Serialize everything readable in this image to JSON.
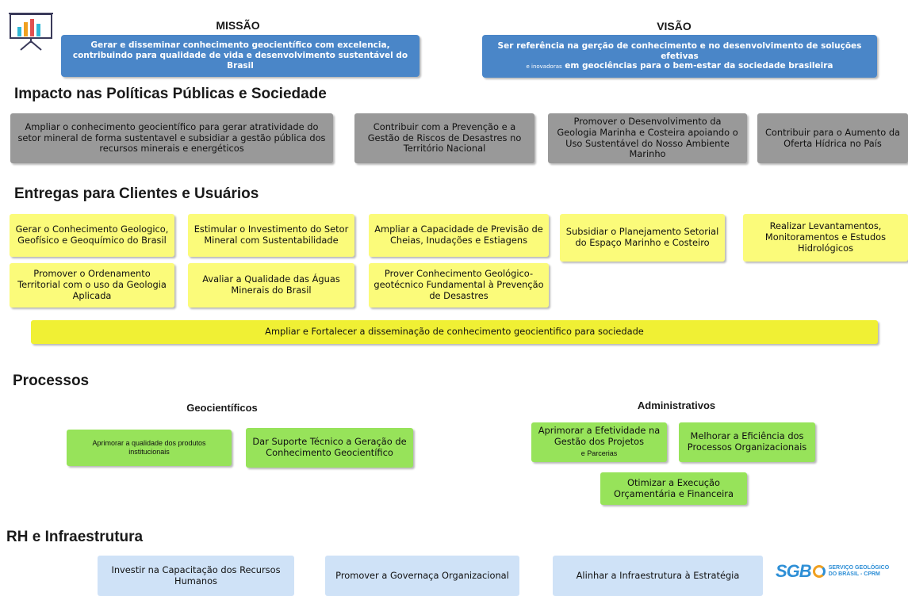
{
  "missao": {
    "title": "MISSÃO",
    "text": "Gerar e disseminar conhecimento geocientífico com excelencia, contribuindo para qualidade de vida e desenvolvimento sustentável do Brasil"
  },
  "visao": {
    "title": "VISÃO",
    "line1": "Ser referência na gerção de conhecimento e no desenvolvimento de soluções efetivas",
    "small": "e inovadoras",
    "line2": "em geociências para o bem-estar da sociedade brasileira"
  },
  "impacto": {
    "title": "Impacto nas Políticas Públicas e Sociedade",
    "items": [
      "Ampliar o conhecimento geocientífico para gerar atratividade do setor mineral de forma sustentavel e subsidiar a gestão pública dos recursos minerais e energéticos",
      "Contribuir com a Prevenção e a Gestão de Riscos de Desastres no Território Nacional",
      "Promover o Desenvolvimento da Geologia Marinha e Costeira apoiando o Uso Sustentável do Nosso Ambiente Marinho",
      "Contribuir para o Aumento da Oferta Hídrica no País"
    ]
  },
  "entregas": {
    "title": "Entregas para Clientes e Usuários",
    "items": [
      "Gerar o Conhecimento Geologico, Geofísico e Geoquímico do Brasil",
      "Estimular o Investimento do Setor Mineral com Sustentabilidade",
      "Ampliar a Capacidade de Previsão de Cheias, Inudações e Estiagens",
      "Subsidiar o Planejamento Setorial do Espaço Marinho e Costeiro",
      "Realizar Levantamentos, Monitoramentos e Estudos Hidrológicos",
      "Promover o Ordenamento Territorial com o uso da Geologia Aplicada",
      "Avaliar a Qualidade das Águas Minerais do Brasil",
      "Prover Conhecimento Geológico-geotécnico Fundamental à Prevenção de Desastres"
    ],
    "wide": "Ampliar e Fortalecer a disseminação de conhecimento geocientifico para sociedade"
  },
  "processos": {
    "title": "Processos",
    "geo": {
      "title": "Geocientíficos",
      "items": [
        "Aprimorar a qualidade dos produtos institucionais",
        "Dar Suporte Técnico a Geração de Conhecimento Geocientífico"
      ]
    },
    "adm": {
      "title": "Administrativos",
      "items": [
        "Aprimorar a Efetividade na Gestão dos Projetos",
        "Melhorar a Eficiência dos Processos Organizacionais",
        "Otimizar a Execução Orçamentária e Financeira"
      ],
      "note": "e Parcerias"
    }
  },
  "rh": {
    "title": "RH e Infraestrutura",
    "items": [
      "Investir na Capacitação dos Recursos Humanos",
      "Promover a Governaça Organizacional",
      "Alinhar a Infraestrutura à Estratégia"
    ]
  },
  "logo": {
    "mark": "SGB",
    "line1": "SERVIÇO GEOLÓGICO",
    "line2": "DO BRASIL - CPRM"
  },
  "colors": {
    "blue": "#4a86c8",
    "gray": "#999999",
    "yellow": "#fbfb7a",
    "green": "#97e35a",
    "light_blue": "#cfe2f7"
  }
}
